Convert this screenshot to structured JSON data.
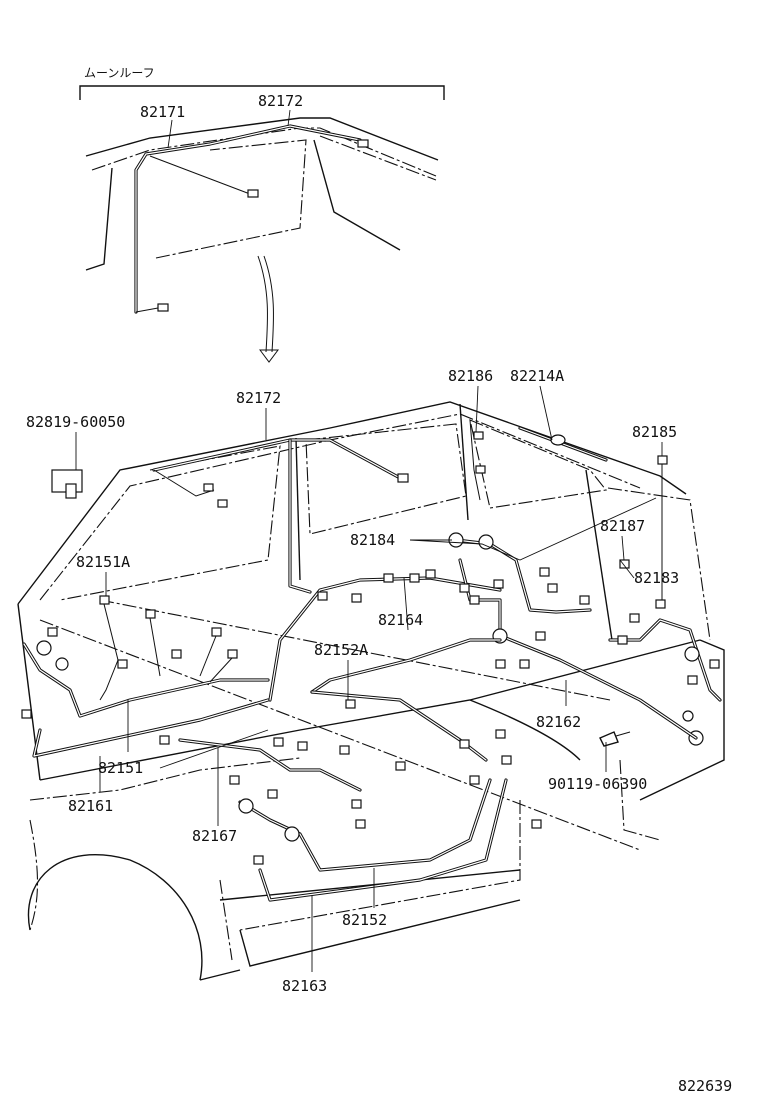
{
  "header": {
    "moonroof_label": "ムーンルーフ"
  },
  "callouts": {
    "p82171": "82171",
    "p82172_top": "82172",
    "p82172": "82172",
    "p82186": "82186",
    "p82214A": "82214A",
    "p82185": "82185",
    "p82819": "82819-60050",
    "p82187": "82187",
    "p82184": "82184",
    "p82183": "82183",
    "p82151A": "82151A",
    "p82164": "82164",
    "p82152A": "82152A",
    "p82162": "82162",
    "p82151": "82151",
    "p90119": "90119-06390",
    "p82161": "82161",
    "p82167": "82167",
    "p82152": "82152",
    "p82163": "82163"
  },
  "footer": {
    "diagram_id": "822639"
  }
}
